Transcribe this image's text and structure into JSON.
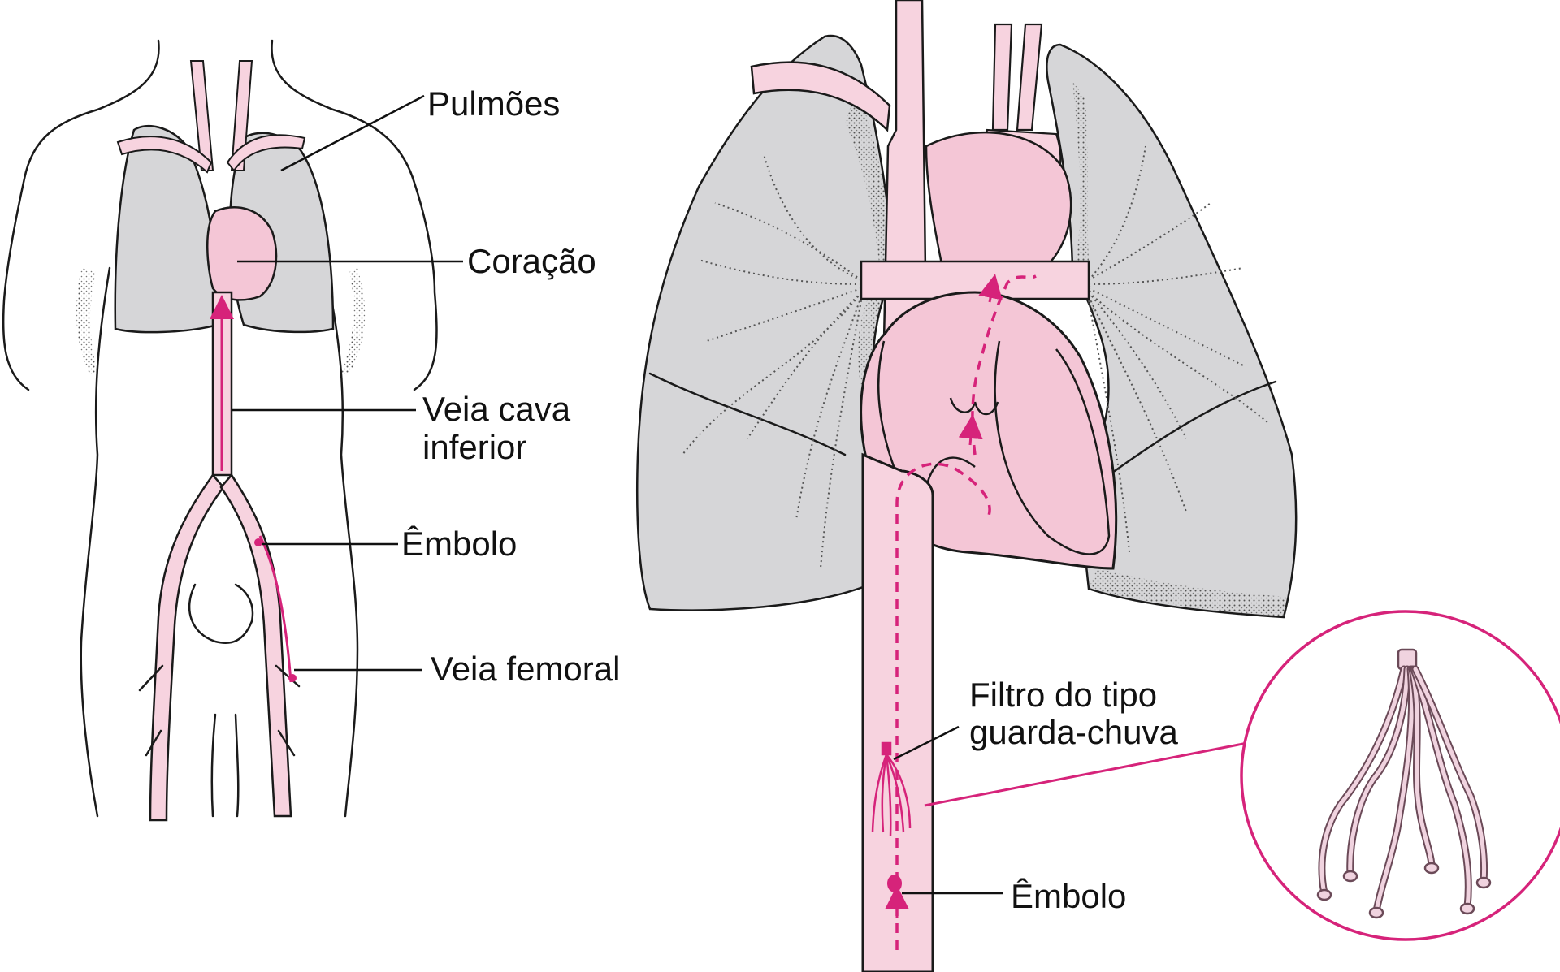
{
  "colors": {
    "vessel_pink": "#f7d3df",
    "heart_pink": "#f4c6d6",
    "accent_magenta": "#d6237a",
    "lung_gray": "#d6d6d8",
    "outline": "#1a1a1a"
  },
  "labels": {
    "pulmoes": "Pulmões",
    "coracao": "Coração",
    "veia_cava_1": "Veia cava",
    "veia_cava_2": "inferior",
    "embolo_left": "Êmbolo",
    "veia_femoral": "Veia femoral",
    "filtro_1": "Filtro do tipo",
    "filtro_2": "guarda-chuva",
    "embolo_right": "Êmbolo"
  }
}
